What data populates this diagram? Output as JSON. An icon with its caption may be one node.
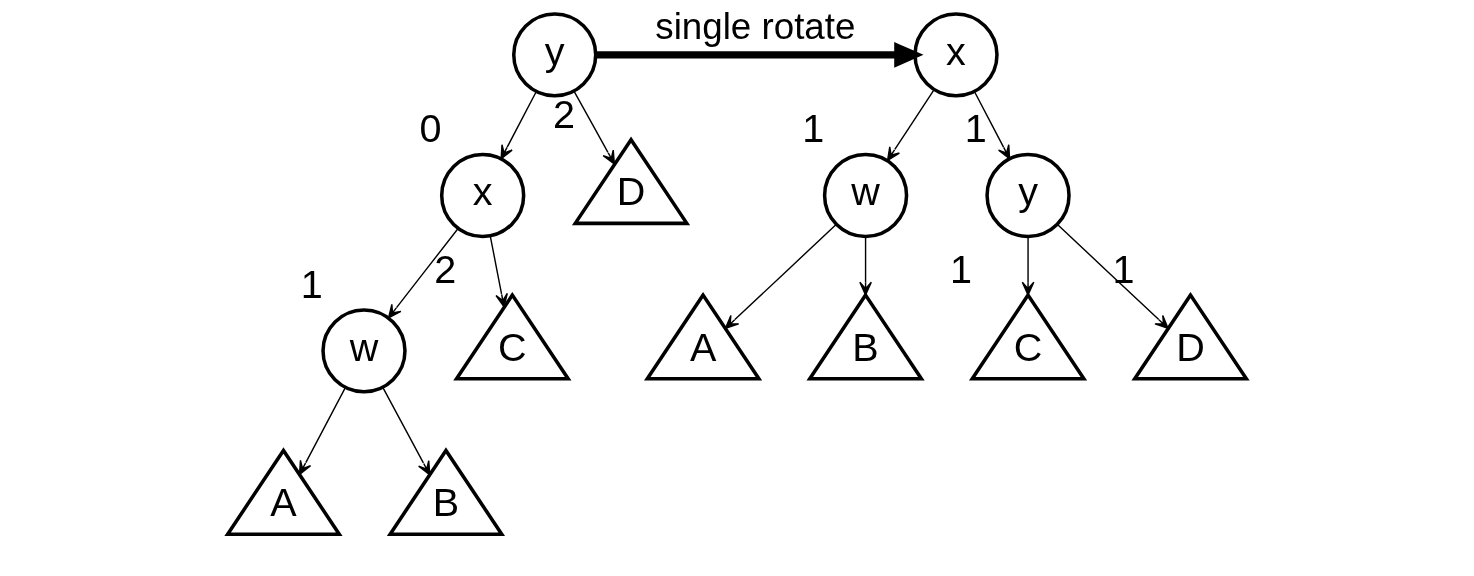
{
  "diagram": {
    "nodes": [
      {
        "text": [
          "y"
        ]
      },
      {
        "text": [
          "x"
        ],
        "beside": [
          "0"
        ]
      },
      {
        "text": [
          "D"
        ],
        "beside": [
          "2"
        ]
      },
      {
        "text": [
          "w"
        ],
        "beside": [
          "1"
        ]
      },
      {
        "text": [
          "C"
        ],
        "beside": [
          "2"
        ]
      },
      {
        "text": [
          "A"
        ]
      },
      {
        "text": [
          "B"
        ]
      },
      {
        "text": [
          "x"
        ]
      },
      {
        "text": [
          "w"
        ],
        "beside": [
          "1"
        ]
      },
      {
        "text": [
          "y"
        ],
        "beside": [
          "1"
        ]
      },
      {
        "text": [
          "A"
        ]
      },
      {
        "text": [
          "B"
        ]
      },
      {
        "text": [
          "C"
        ],
        "beside": [
          "1"
        ]
      },
      {
        "text": [
          "D"
        ],
        "beside": [
          "1"
        ]
      }
    ],
    "edges": [
      {
        "from": 0,
        "to": 1,
        "arrow": "to"
      },
      {
        "from": 0,
        "to": 2,
        "arrow": "to"
      },
      {
        "from": 1,
        "to": 3,
        "arrow": "to"
      },
      {
        "from": 1,
        "to": 4,
        "arrow": "to"
      },
      {
        "from": 3,
        "to": 5,
        "arrow": "to"
      },
      {
        "from": 3,
        "to": 6,
        "arrow": "to"
      },
      {
        "from": 7,
        "to": 8,
        "arrow": "to"
      },
      {
        "from": 7,
        "to": 9,
        "arrow": "to"
      },
      {
        "from": 8,
        "to": 10,
        "arrow": "to"
      },
      {
        "from": 8,
        "to": 11,
        "arrow": "to"
      },
      {
        "from": 9,
        "to": 12,
        "arrow": "to"
      },
      {
        "from": 9,
        "to": 13,
        "arrow": "to"
      },
      {
        "from": 0,
        "to": 7,
        "arrow": "to",
        "label": "single rotate",
        "style": "thick"
      }
    ]
  }
}
